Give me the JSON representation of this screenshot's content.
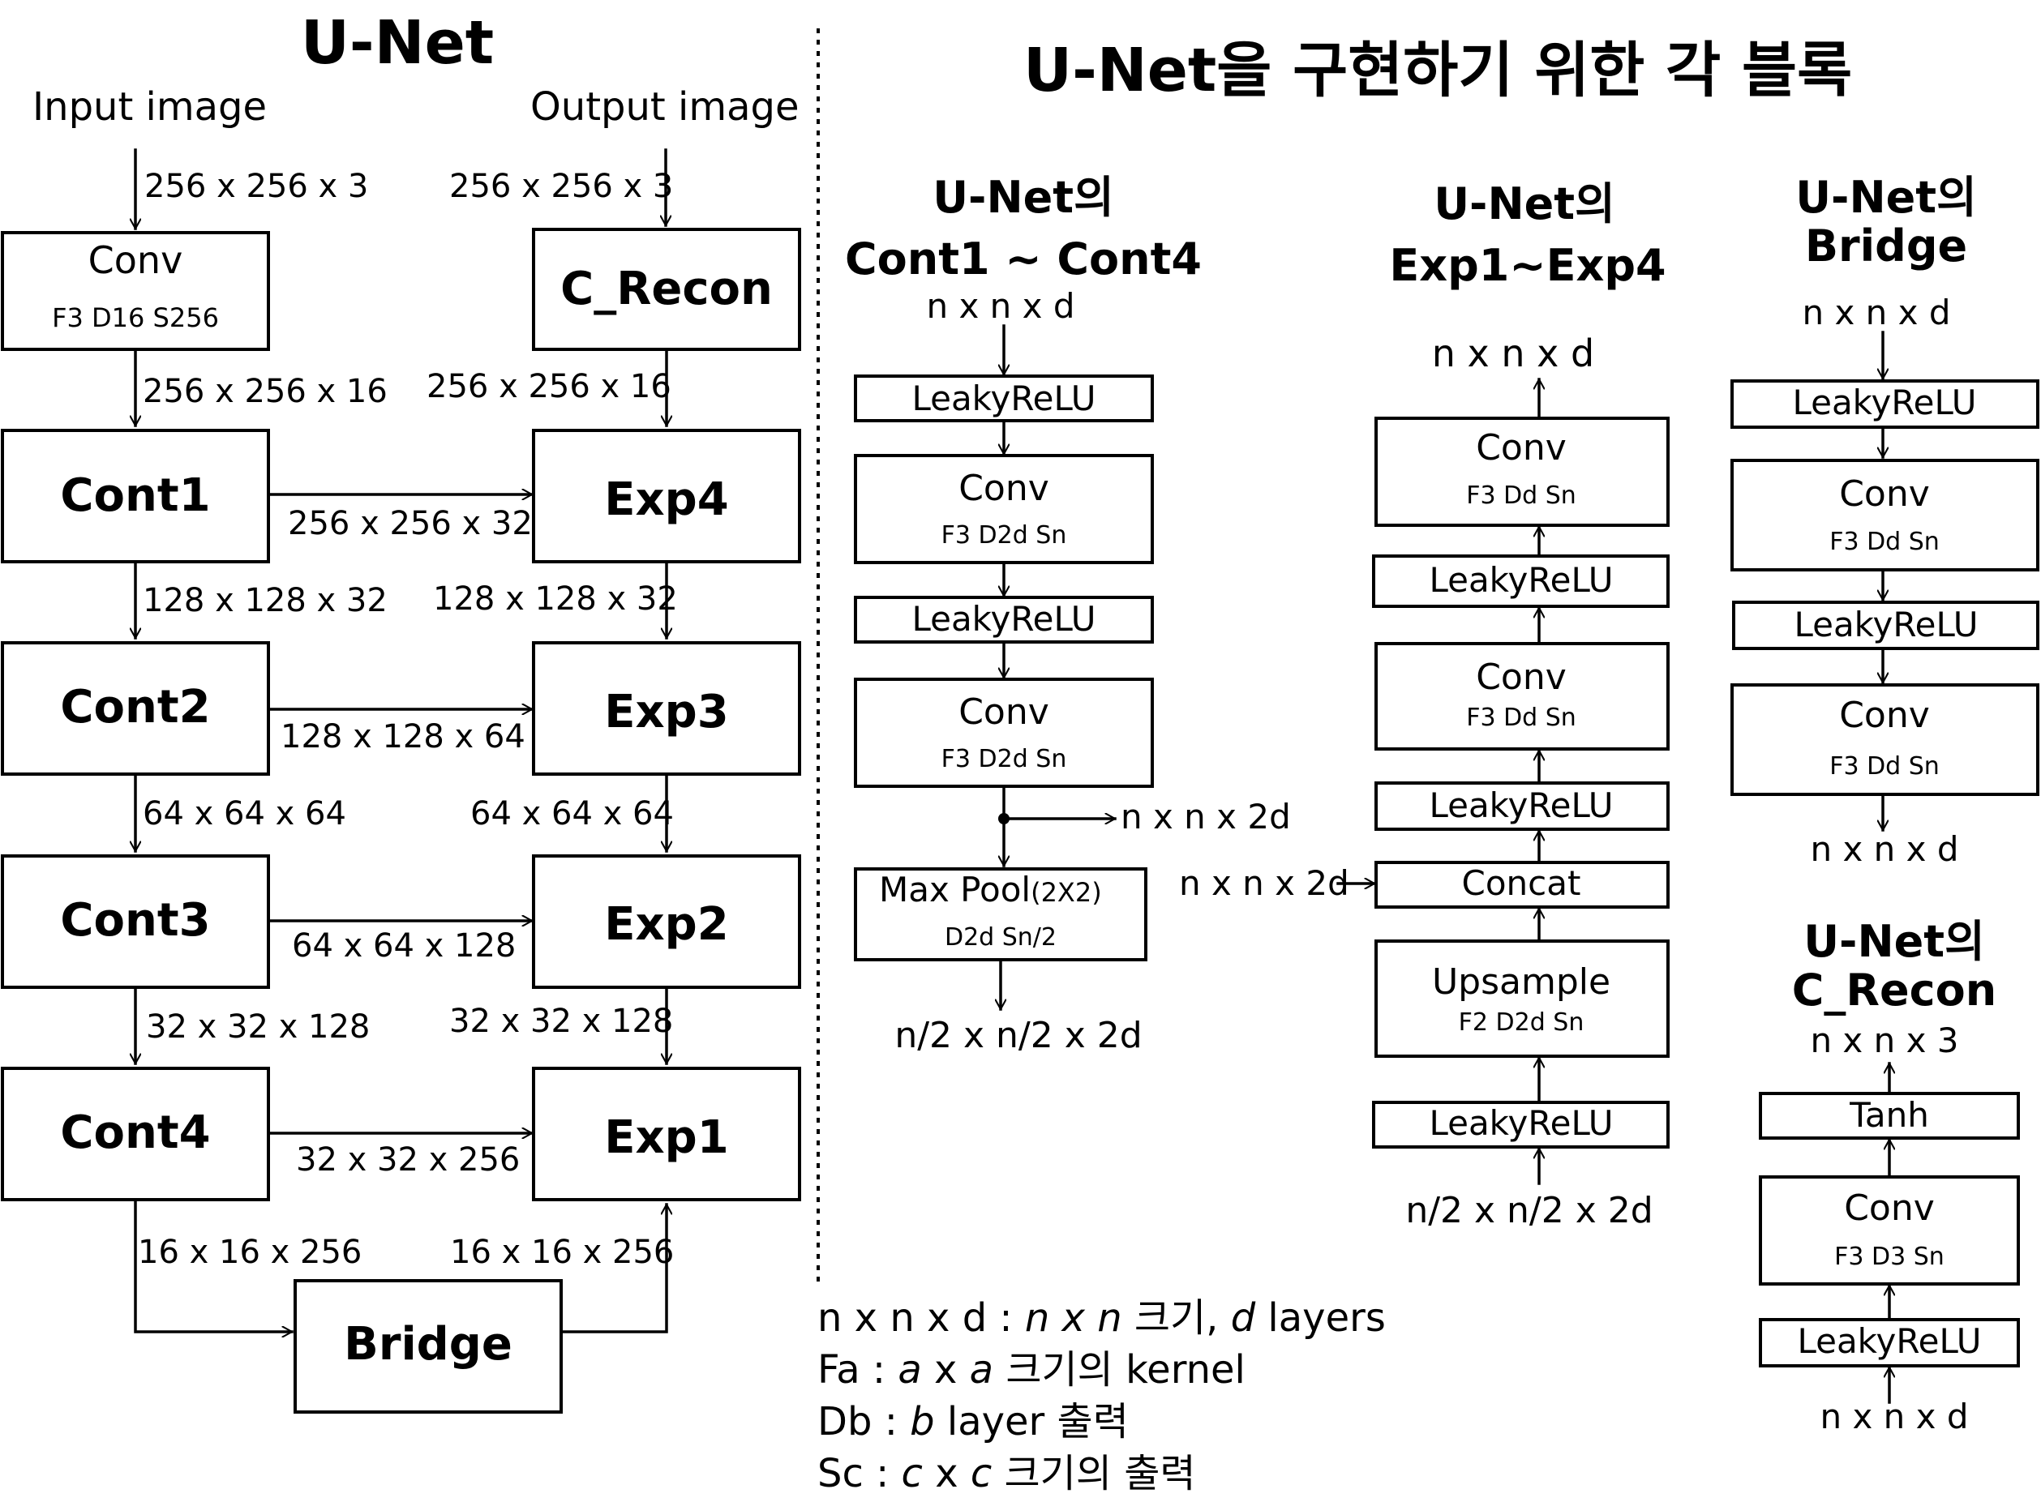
{
  "left": {
    "title": "U-Net",
    "input_label": "Input image",
    "output_label": "Output image",
    "conv_box": {
      "label": "Conv",
      "sub": "F3 D16 S256"
    },
    "recon_box": "C_Recon",
    "cont": [
      "Cont1",
      "Cont2",
      "Cont3",
      "Cont4"
    ],
    "exp": [
      "Exp4",
      "Exp3",
      "Exp2",
      "Exp1"
    ],
    "bridge": "Bridge",
    "dims": {
      "in": "256 x 256 x 3",
      "out": "256 x 256 x 3",
      "conv_out": "256 x 256 x 16",
      "exp4_out": "256 x 256 x 16",
      "skip1": "256 x 256 x 32",
      "c1_out": "128 x 128 x 32",
      "e3_out": "128 x 128 x 32",
      "skip2": "128 x 128 x 64",
      "c2_out": "64 x 64 x 64",
      "e2_out": "64 x 64 x 64",
      "skip3": "64 x 64 x 128",
      "c3_out": "32 x 32 x 128",
      "e1_out": "32 x 32 x 128",
      "skip4": "32 x 32 x 256",
      "c4_out": "16 x 16 x 256",
      "bridge_out": "16 x 16 x 256"
    }
  },
  "right": {
    "title": "U-Net을 구현하기 위한 각 블록",
    "cont_block": {
      "title1": "U-Net의",
      "title2": "Cont1 ~ Cont4",
      "in": "n x n x d",
      "leaky1": "LeakyReLU",
      "conv1": {
        "label": "Conv",
        "sub": "F3 D2d Sn"
      },
      "leaky2": "LeakyReLU",
      "conv2": {
        "label": "Conv",
        "sub": "F3 D2d Sn"
      },
      "skip": "n x n x 2d",
      "pool": {
        "label": "Max Pool",
        "label_small": "(2X2)",
        "sub": "D2d Sn/2"
      },
      "out": "n/2 x n/2 x 2d"
    },
    "exp_block": {
      "title1": "U-Net의",
      "title2": "Exp1~Exp4",
      "out": "n x n x d",
      "conv1": {
        "label": "Conv",
        "sub": "F3 Dd Sn"
      },
      "leaky1": "LeakyReLU",
      "conv2": {
        "label": "Conv",
        "sub": "F3 Dd Sn"
      },
      "leaky2": "LeakyReLU",
      "concat": "Concat",
      "concat_in": "n x n x 2d",
      "upsample": {
        "label": "Upsample",
        "sub": "F2 D2d Sn"
      },
      "leaky3": "LeakyReLU",
      "in": "n/2 x n/2 x 2d"
    },
    "bridge_block": {
      "title1": "U-Net의",
      "title2": "Bridge",
      "in": "n x n x d",
      "leaky1": "LeakyReLU",
      "conv1": {
        "label": "Conv",
        "sub": "F3 Dd Sn"
      },
      "leaky2": "LeakyReLU",
      "conv2": {
        "label": "Conv",
        "sub": "F3 Dd Sn"
      },
      "out": "n x n x d"
    },
    "recon_block": {
      "title1": "U-Net의",
      "title2": "C_Recon",
      "out": "n x n x 3",
      "tanh": "Tanh",
      "conv": {
        "label": "Conv",
        "sub": "F3 D3 Sn"
      },
      "leaky": "LeakyReLU",
      "in": "n x n x d"
    }
  },
  "legend": [
    {
      "key": "n x n x d",
      "sep": " : ",
      "italic": "n x n",
      "rest": " 크기, ",
      "italic2": "d",
      "rest2": "  layers"
    },
    {
      "key": "Fa",
      "sep": " :  ",
      "italic": "a",
      "rest": " x ",
      "italic2": "a",
      "rest2": " 크기의 kernel"
    },
    {
      "key": "Db",
      "sep": " : ",
      "italic": "b",
      "rest": " layer 출력",
      "italic2": "",
      "rest2": ""
    },
    {
      "key": "Sc",
      "sep": " : ",
      "italic": "c",
      "rest": " x ",
      "italic2": "c",
      "rest2": " 크기의 출력"
    }
  ]
}
